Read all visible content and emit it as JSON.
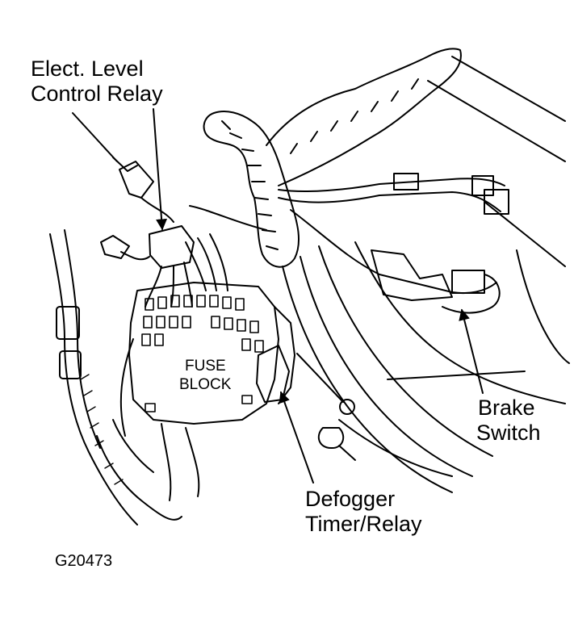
{
  "labels": {
    "relay_line1": "Elect. Level",
    "relay_line2": "Control Relay",
    "fuse_line1": "FUSE",
    "fuse_line2": "BLOCK",
    "brake_line1": "Brake",
    "brake_line2": "Switch",
    "defog_line1": "Defogger",
    "defog_line2": "Timer/Relay"
  },
  "figure_id": "G20473",
  "colors": {
    "ink": "#000000",
    "paper": "#ffffff"
  }
}
